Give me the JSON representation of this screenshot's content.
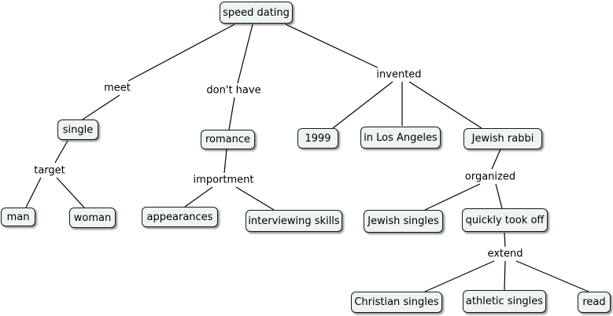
{
  "concepts": {
    "speed_dating": "speed dating",
    "single": "single",
    "romance": "romance",
    "year_1999": "1999",
    "los_angeles": "in Los Angeles",
    "jewish_rabbi": "Jewish rabbi",
    "man": "man",
    "woman": "woman",
    "appearances": "appearances",
    "interviewing_skills": "interviewing skills",
    "jewish_singles": "Jewish singles",
    "quickly_took_off": "quickly took off",
    "christian_singles": "Christian singles",
    "athletic_singles": "athletic singles",
    "read": "read"
  },
  "links": {
    "meet": "meet",
    "dont_have": "don't have",
    "invented": "invented",
    "target": "target",
    "importment": "importment",
    "organized": "organized",
    "extend": "extend"
  }
}
